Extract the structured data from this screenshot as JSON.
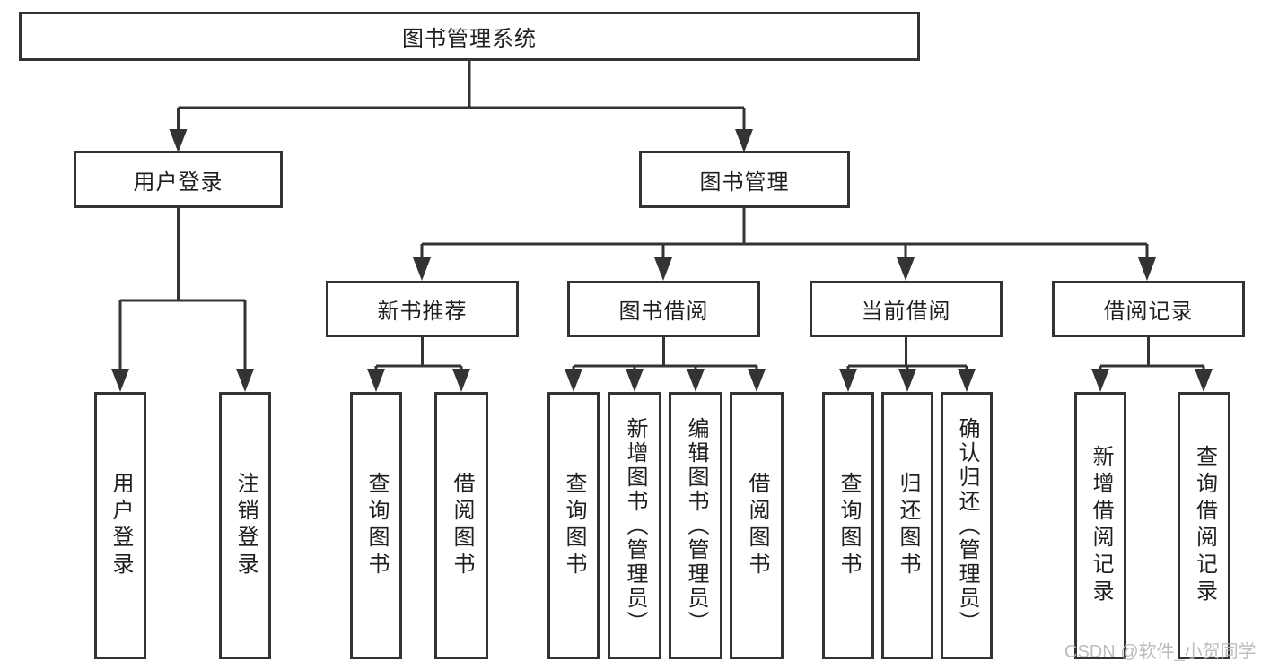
{
  "tree": {
    "root": {
      "label": "图书管理系统"
    },
    "branches": [
      {
        "label": "用户登录",
        "children": [
          {
            "label": "用户登录"
          },
          {
            "label": "注销登录"
          }
        ]
      },
      {
        "label": "图书管理",
        "sections": [
          {
            "label": "新书推荐",
            "children": [
              {
                "label": "查询图书"
              },
              {
                "label": "借阅图书"
              }
            ]
          },
          {
            "label": "图书借阅",
            "children": [
              {
                "label": "查询图书"
              },
              {
                "label": "新增图书（管理员）"
              },
              {
                "label": "编辑图书（管理员）"
              },
              {
                "label": "借阅图书"
              }
            ]
          },
          {
            "label": "当前借阅",
            "children": [
              {
                "label": "查询图书"
              },
              {
                "label": "归还图书"
              },
              {
                "label": "确认归还（管理员）"
              }
            ]
          },
          {
            "label": "借阅记录",
            "children": [
              {
                "label": "新增借阅记录"
              },
              {
                "label": "查询借阅记录"
              }
            ]
          }
        ]
      }
    ]
  },
  "watermark": {
    "text": "CSDN @软件_小贺同学"
  },
  "colors": {
    "line": "#333333",
    "text": "#1f1f1f",
    "background": "#ffffff",
    "watermark": "#b5b5b5"
  }
}
